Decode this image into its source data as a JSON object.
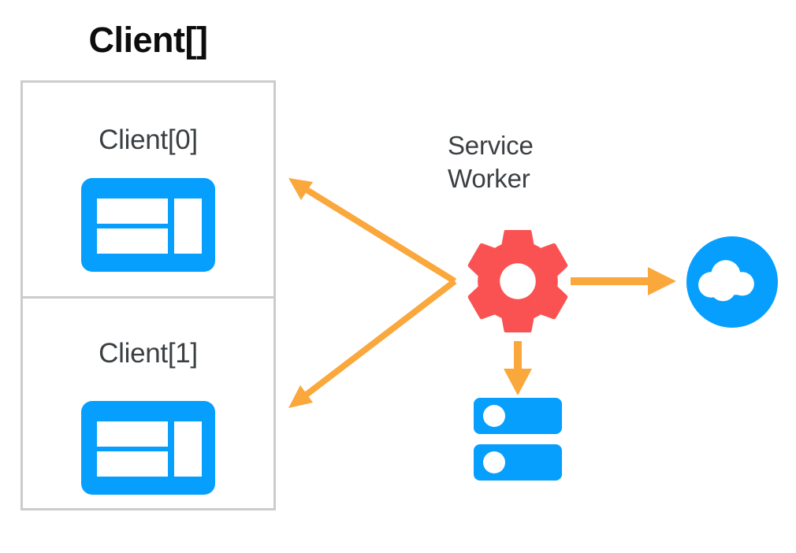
{
  "diagram": {
    "title": "Client[] / Service Worker architecture",
    "background_color": "#ffffff"
  },
  "client_array": {
    "title": "Client[]",
    "border_color": "#cccccc",
    "clients": [
      {
        "label": "Client[0]",
        "icon": "browser-window-icon",
        "icon_color": "#069ffe"
      },
      {
        "label": "Client[1]",
        "icon": "browser-window-icon",
        "icon_color": "#069ffe"
      }
    ]
  },
  "service_worker": {
    "label_line1": "Service",
    "label_line2": "Worker",
    "icon": "gear-icon",
    "icon_color": "#fa5252",
    "text_color": "#3c4043"
  },
  "network": {
    "label": "",
    "icon": "cloud-icon",
    "icon_color": "#069ffe",
    "inner_color": "#ffffff"
  },
  "storage": {
    "label": "",
    "icon": "database-icon",
    "icon_color": "#069ffe",
    "rows": 2
  },
  "arrows": {
    "color": "#faa73c",
    "items": [
      {
        "name": "service-worker-to-client-0",
        "direction": "up-left",
        "from": "service-worker",
        "to": "client-0"
      },
      {
        "name": "service-worker-to-client-1",
        "direction": "down-left",
        "from": "service-worker",
        "to": "client-1"
      },
      {
        "name": "service-worker-to-network",
        "direction": "right",
        "from": "service-worker",
        "to": "cloud"
      },
      {
        "name": "service-worker-to-storage",
        "direction": "down",
        "from": "service-worker",
        "to": "database"
      }
    ]
  }
}
